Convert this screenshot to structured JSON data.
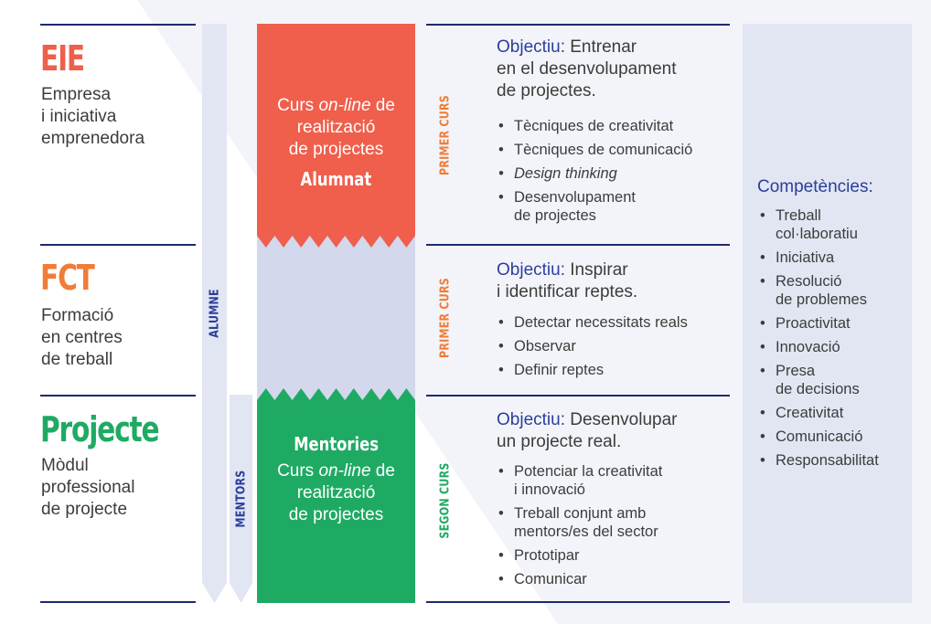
{
  "colors": {
    "eie": "#ef5f4c",
    "fct": "#f07c37",
    "projecte": "#1faa63",
    "navy": "#1c2a6e",
    "lavender": "#e2e6f3",
    "lavender_mid": "#d3d8ec",
    "objective_blue": "#2a3f9a"
  },
  "modules": [
    {
      "title": "EIE",
      "desc": [
        "Empresa",
        "i iniciativa",
        "emprenedora"
      ]
    },
    {
      "title": "FCT",
      "desc": [
        "Formació",
        "en centres",
        "de treball"
      ]
    },
    {
      "title": "Projecte",
      "desc": [
        "Mòdul",
        "professional",
        "de projecte"
      ]
    }
  ],
  "arrows": {
    "alumne": "ALUMNE",
    "mentors": "MENTORS"
  },
  "column": {
    "top": {
      "line1": "Curs ",
      "line1_em": "on-line",
      "line1_end": " de",
      "line2": "realització",
      "line3": "de projectes",
      "strong": "Alumnat"
    },
    "bottom": {
      "strong": "Mentories",
      "line1": "Curs ",
      "line1_em": "on-line",
      "line1_end": " de",
      "line2": "realització",
      "line3": "de projectes"
    }
  },
  "courses": [
    "PRIMER CURS",
    "PRIMER CURS",
    "SEGON CURS"
  ],
  "objectives": [
    {
      "lead": "Objectiu:",
      "rest": " Entrenar",
      "lines": [
        "en el desenvolupament",
        "de projectes."
      ],
      "bullets": [
        "Tècniques de creativitat",
        "Tècniques de comunicació",
        "Design thinking",
        "Desenvolupament|de projectes"
      ]
    },
    {
      "lead": "Objectiu:",
      "rest": " Inspirar",
      "lines": [
        "i identificar reptes."
      ],
      "bullets": [
        "Detectar necessitats reals",
        "Observar",
        "Definir reptes"
      ]
    },
    {
      "lead": "Objectiu:",
      "rest": " Desenvolupar",
      "lines": [
        "un projecte real."
      ],
      "bullets": [
        "Potenciar la creativitat|i innovació",
        "Treball conjunt amb|mentors/es del sector",
        "Prototipar",
        "Comunicar"
      ]
    }
  ],
  "competencies": {
    "title": "Competències:",
    "items": [
      "Treball|col·laboratiu",
      "Iniciativa",
      "Resolució|de problemes",
      "Proactivitat",
      "Innovació",
      "Presa|de decisions",
      "Creativitat",
      "Comunicació",
      "Responsabilitat"
    ]
  }
}
